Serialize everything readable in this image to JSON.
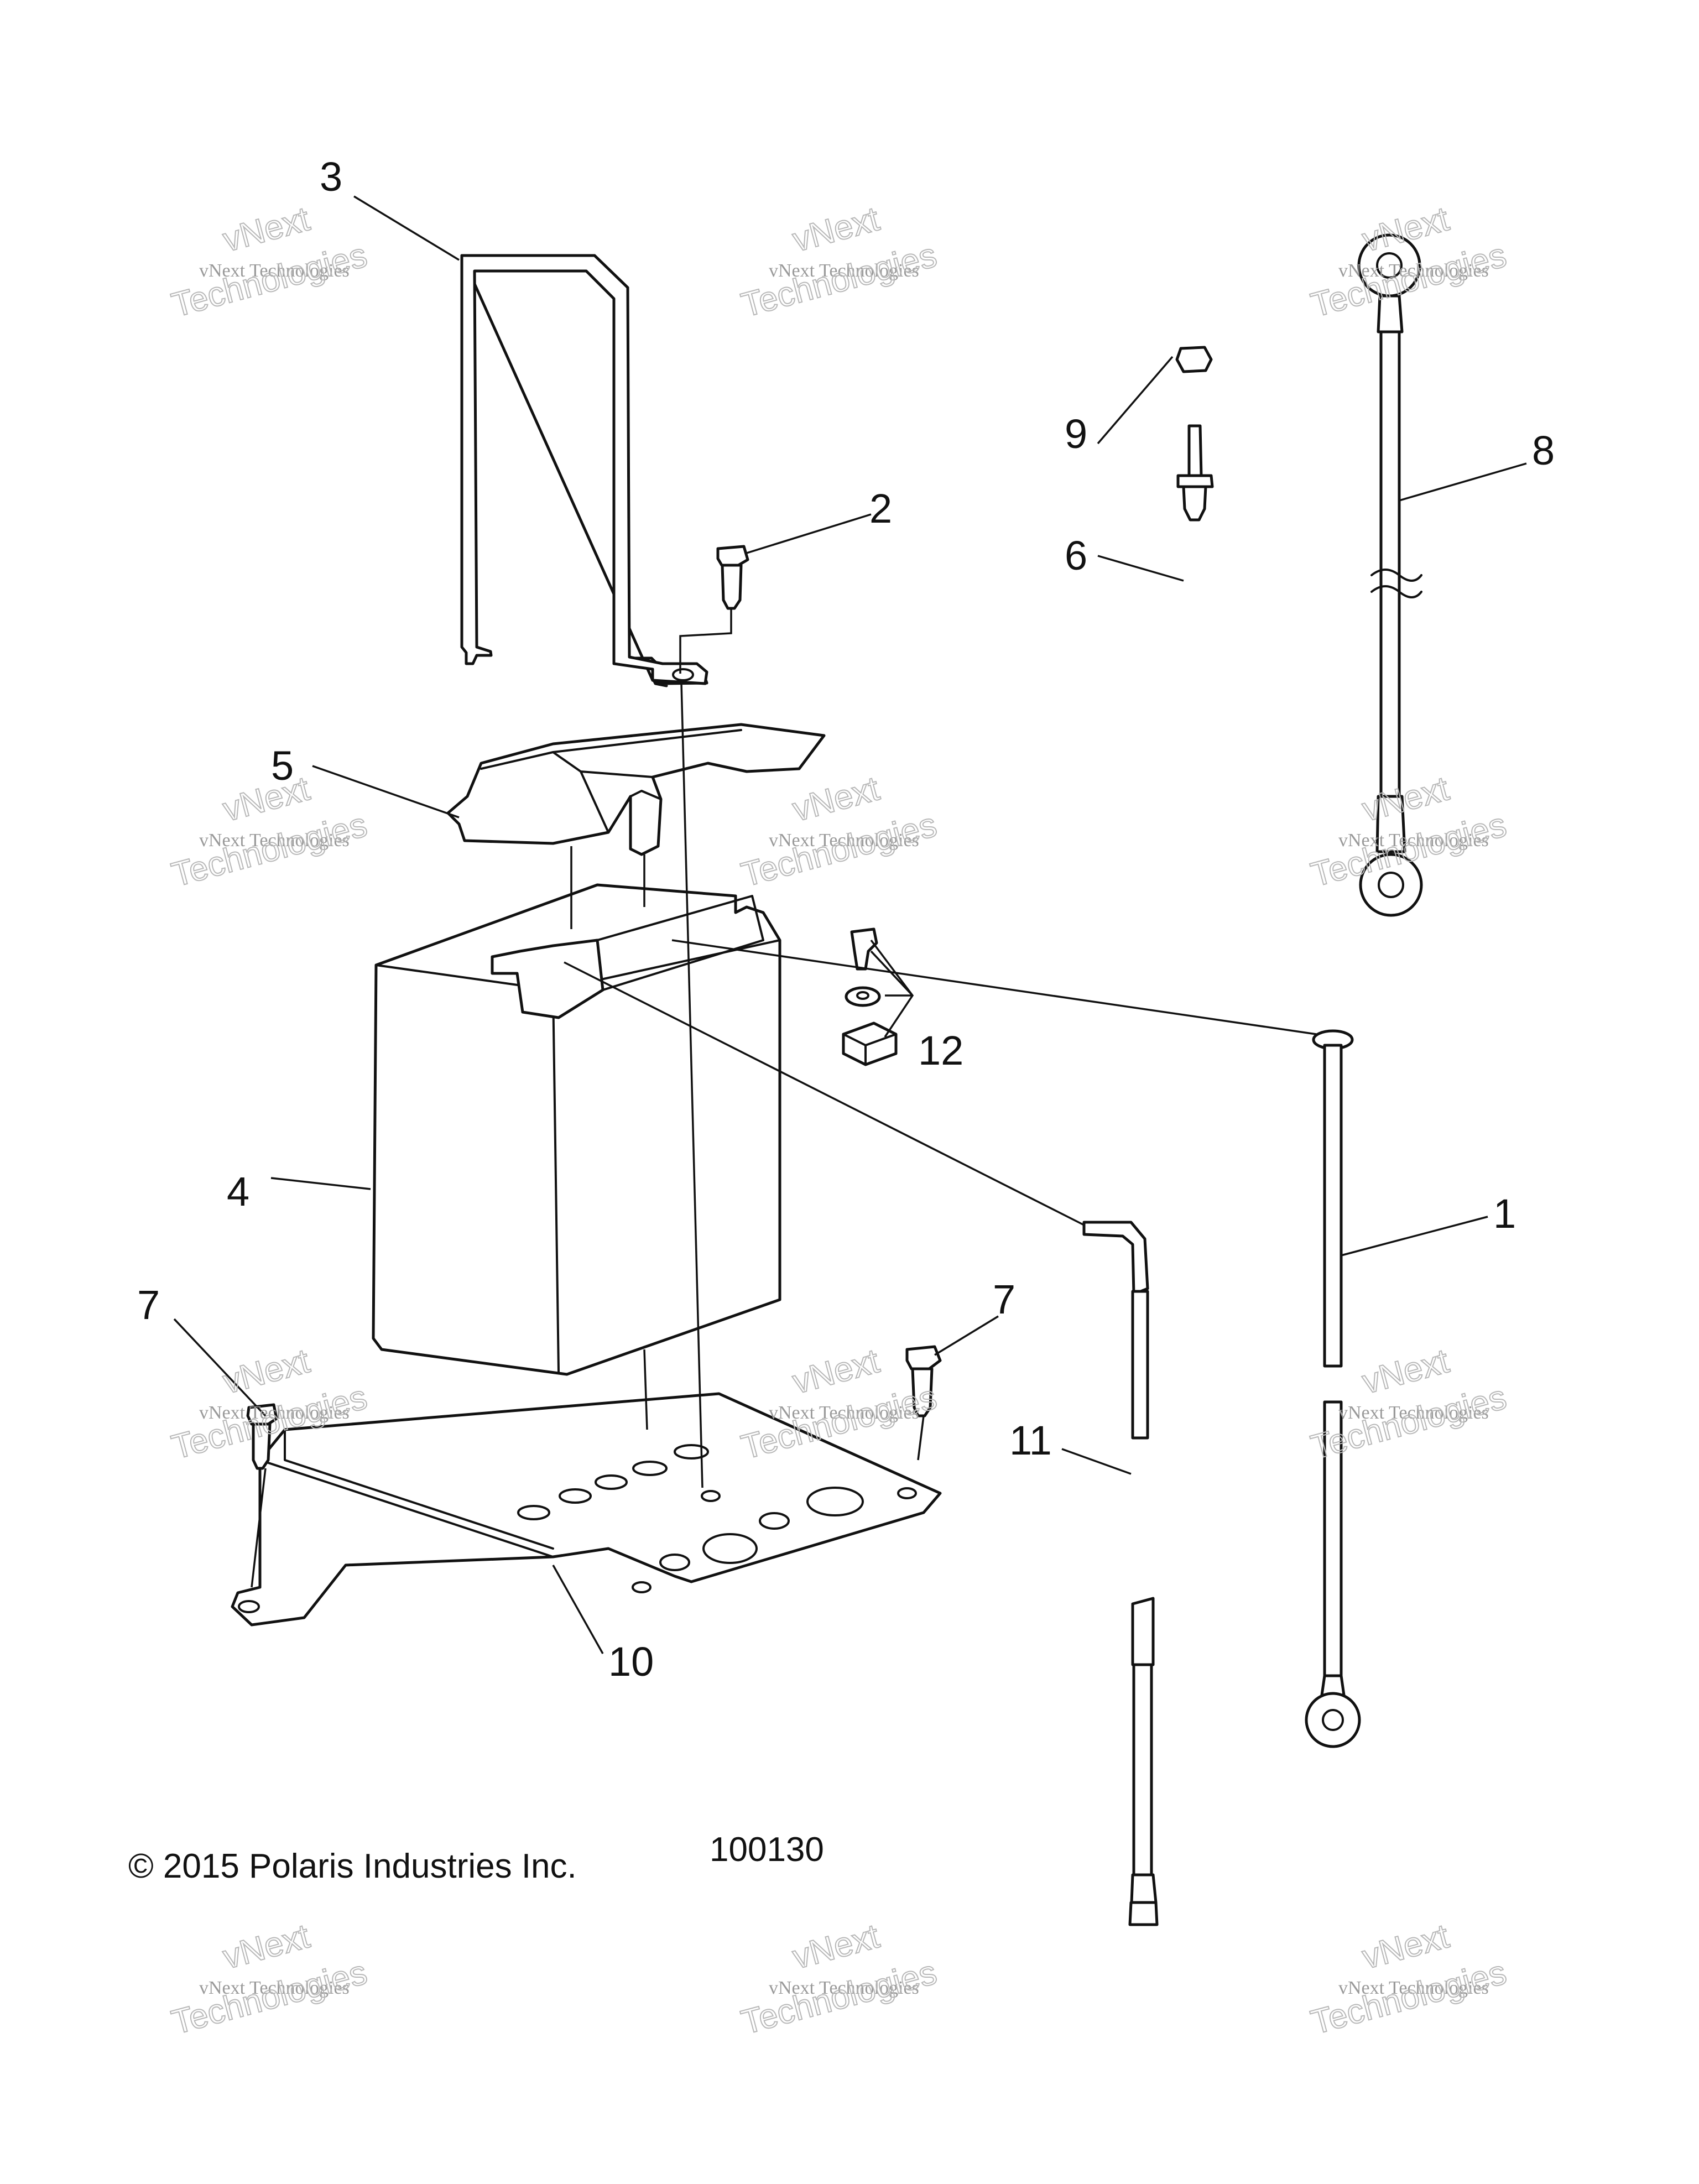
{
  "callouts": [
    {
      "id": "p3",
      "label": "3"
    },
    {
      "id": "p2",
      "label": "2"
    },
    {
      "id": "p9",
      "label": "9"
    },
    {
      "id": "p8",
      "label": "8"
    },
    {
      "id": "p6",
      "label": "6"
    },
    {
      "id": "p5",
      "label": "5"
    },
    {
      "id": "p12",
      "label": "12"
    },
    {
      "id": "p4",
      "label": "4"
    },
    {
      "id": "p1",
      "label": "1"
    },
    {
      "id": "p7a",
      "label": "7"
    },
    {
      "id": "p7b",
      "label": "7"
    },
    {
      "id": "p11",
      "label": "11"
    },
    {
      "id": "p10",
      "label": "10"
    }
  ],
  "footer": {
    "copyright": "© 2015 Polaris Industries Inc.",
    "diagram_number": "100130"
  },
  "watermark": {
    "line1": "vNext Technologies",
    "line2": "vNext",
    "line3": "Technologies"
  }
}
